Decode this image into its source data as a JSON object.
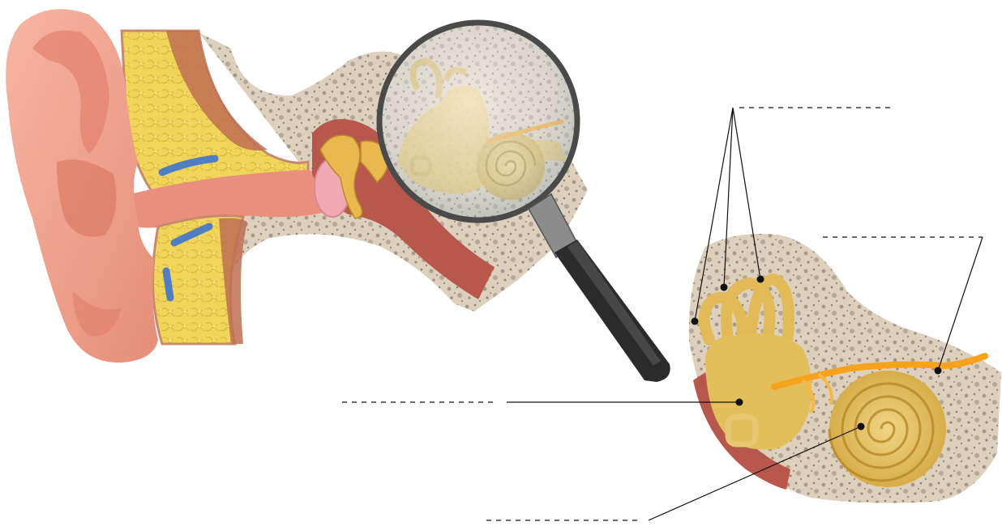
{
  "diagram": {
    "subject": "ear-anatomy-with-magnified-inner-ear",
    "labels": [
      {
        "id": "semicircular-canals",
        "text": ""
      },
      {
        "id": "vestibulocochlear-nerve",
        "text": ""
      },
      {
        "id": "vestibule",
        "text": ""
      },
      {
        "id": "cochlea",
        "text": ""
      }
    ],
    "icons": [
      "magnifying-glass-icon"
    ],
    "colors": {
      "skin": "#f2a38f",
      "fat": "#f1d45a",
      "bone": "#ddd0bc",
      "canal_tissue": "#e98a7a",
      "inner_ear": "#e3bf5c",
      "nerve": "#f6a21c",
      "vessel": "#5b8fcd",
      "leader": "#111111"
    }
  }
}
